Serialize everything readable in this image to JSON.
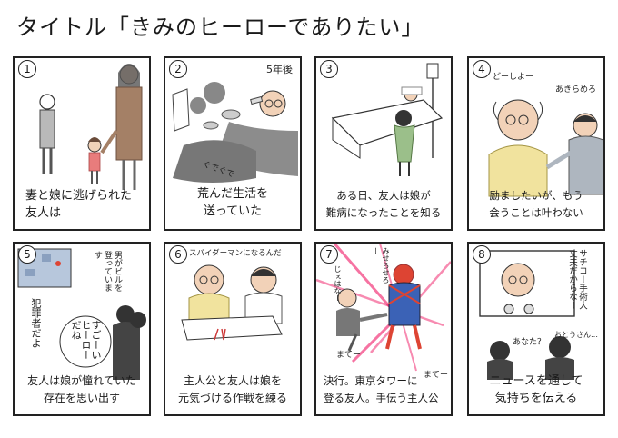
{
  "title": "タイトル「きみのヒーローでありたい」",
  "panels": [
    {
      "num": "1",
      "caption": "妻と娘に逃げられた\n友人は"
    },
    {
      "num": "2",
      "caption": "荒んだ生活を\n送っていた",
      "note": "5年後",
      "sfx": "ぐでぐで"
    },
    {
      "num": "3",
      "caption": "ある日、友人は娘が\n難病になったことを知る"
    },
    {
      "num": "4",
      "caption": "励ましたいが、もう\n会うことは叶わない",
      "bubble_left": "どーしよー",
      "bubble_right": "あきらめろ"
    },
    {
      "num": "5",
      "caption": "友人は娘が憧れていた\n存在を思い出す",
      "tv_text": "男がビルを登っています",
      "bubble": "すごーいヒーローだね",
      "side": "犯罪者だよ"
    },
    {
      "num": "6",
      "caption": "主人公と友人は娘を\n元気づける作戦を練る",
      "note": "スパイダーマンになるんだ"
    },
    {
      "num": "7",
      "caption": "決行。東京タワーに\n登る友人。手伝う主人公",
      "sfx_left": "じぇはなー",
      "sfx_right": "みせらせろー",
      "sfx_bottom_left": "まてー",
      "sfx_bottom_right": "まてー"
    },
    {
      "num": "8",
      "caption": "ニュースを通して\n気持ちを伝える",
      "tv_text": "サチコー手術大丈夫だからなー",
      "bubble_left": "あなた？",
      "bubble_right": "おとうさん…"
    }
  ]
}
